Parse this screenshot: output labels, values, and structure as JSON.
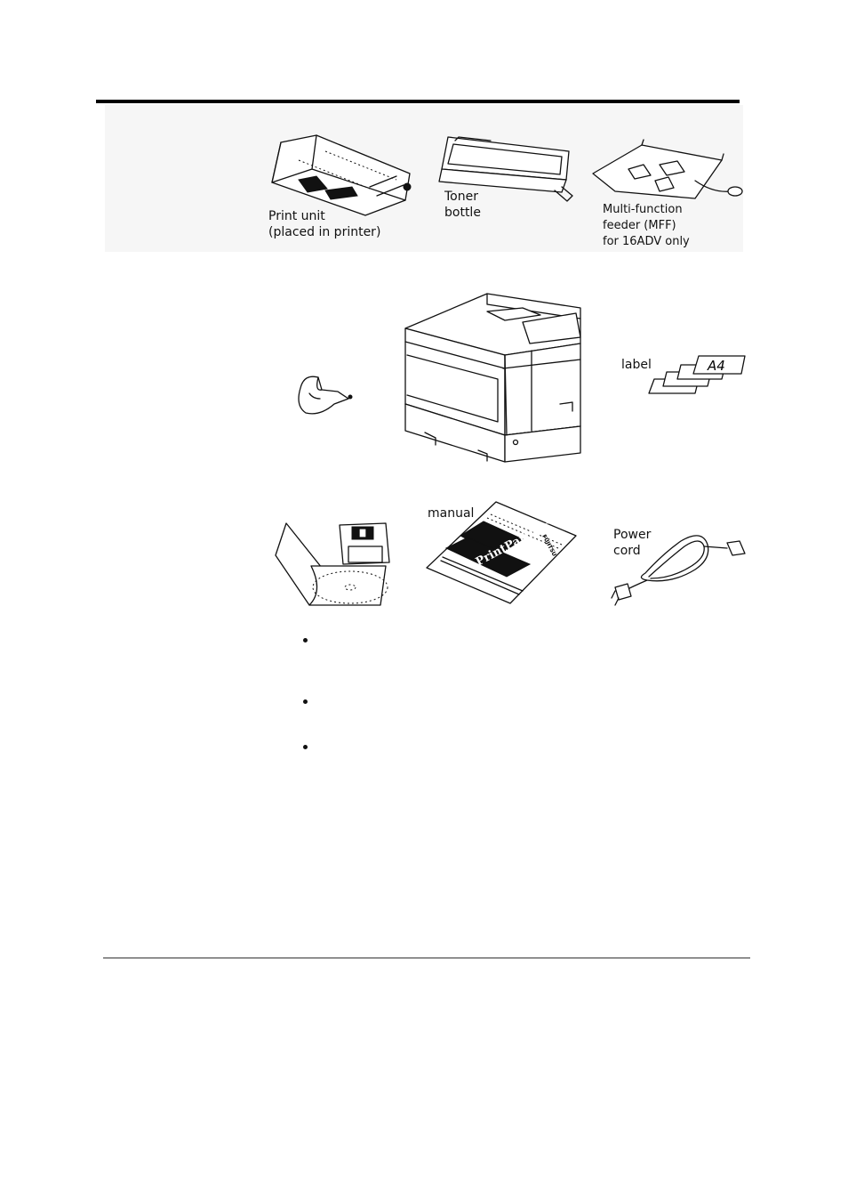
{
  "items": {
    "print_unit": {
      "caption": "Print unit\n(placed in printer)"
    },
    "toner_bottle": {
      "caption": "Toner\nbottle"
    },
    "mff": {
      "caption": "Multi-function\nfeeder (MFF)\nfor 16ADV only"
    },
    "paper_size_label": {
      "caption": "label",
      "tag_text": "A4"
    },
    "user_manual": {
      "caption": "manual",
      "cover_text": "PrintPartner",
      "brand_text": "FUJITSU"
    },
    "power_cord": {
      "caption": "Power\ncord"
    }
  },
  "bullets": [
    "",
    "",
    ""
  ]
}
